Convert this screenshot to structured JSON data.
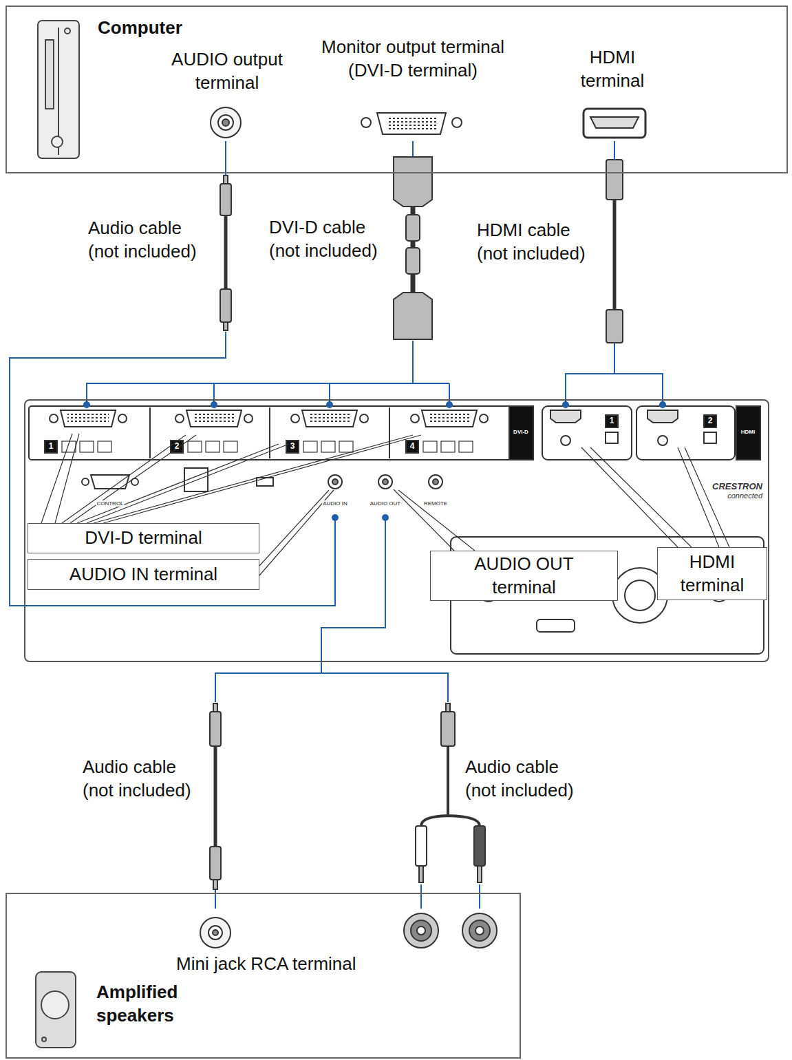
{
  "diagram": {
    "nodes": [
      {
        "text": [
          "Computer"
        ]
      },
      {
        "text": [
          "AUDIO output terminal"
        ],
        "in": 0
      },
      {
        "text": [
          "Monitor output terminal (DVI-D terminal)"
        ],
        "in": 0
      },
      {
        "text": [
          "HDMI terminal"
        ],
        "in": 0
      },
      {
        "text": [
          "Audio cable (not included)"
        ]
      },
      {
        "text": [
          "DVI-D cable (not included)"
        ]
      },
      {
        "text": [
          "HDMI cable (not included)"
        ]
      },
      {
        "text": [
          "CRESTRON",
          "connected"
        ]
      },
      {
        "text": [
          "DVI-D terminal"
        ],
        "in": 7
      },
      {
        "text": [
          "AUDIO IN terminal"
        ],
        "in": 7
      },
      {
        "text": [
          "AUDIO OUT terminal"
        ],
        "in": 7
      },
      {
        "text": [
          "HDMI terminal"
        ],
        "in": 7
      },
      {
        "text": [
          "Audio cable (not included)"
        ]
      },
      {
        "text": [
          "Audio cable (not included)"
        ]
      },
      {
        "text": [
          "Amplified speakers"
        ]
      },
      {
        "text": [
          "Mini jack RCA terminal"
        ],
        "in": 14
      }
    ],
    "edges": [
      {
        "from": 1,
        "to": 4,
        "arrow": "none"
      },
      {
        "from": 2,
        "to": 5,
        "arrow": "none"
      },
      {
        "from": 3,
        "to": 6,
        "arrow": "none"
      },
      {
        "from": 4,
        "to": 7,
        "arrow": "none"
      },
      {
        "from": 5,
        "to": 7,
        "arrow": "none"
      },
      {
        "from": 6,
        "to": 7,
        "arrow": "none"
      },
      {
        "from": 7,
        "to": 12,
        "arrow": "none"
      },
      {
        "from": 7,
        "to": 13,
        "arrow": "none"
      },
      {
        "from": 12,
        "to": 15,
        "arrow": "none"
      },
      {
        "from": 13,
        "to": 15,
        "arrow": "none"
      }
    ],
    "labels": [
      "1",
      "2",
      "3",
      "4",
      "DVI-D",
      "1",
      "2",
      "HDMI",
      "CONTROL",
      "AUDIO IN",
      "AUDIO OUT",
      "REMOTE"
    ]
  }
}
